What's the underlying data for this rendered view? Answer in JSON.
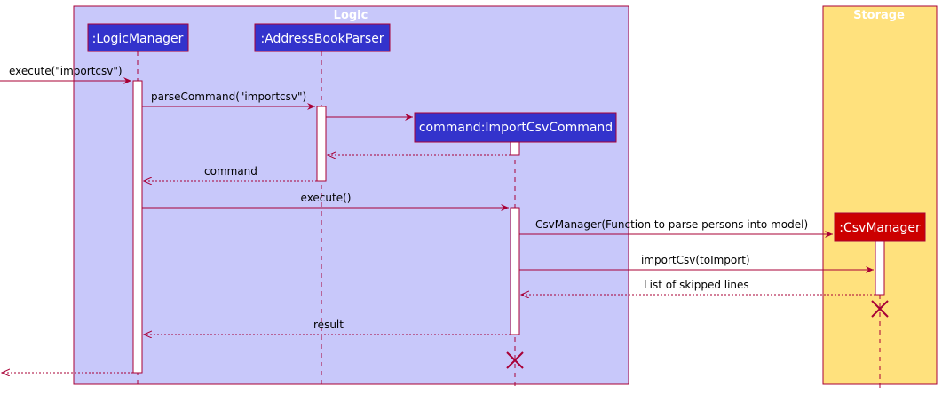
{
  "groups": {
    "logic": {
      "title": "Logic",
      "fill": "#C8C8FA",
      "title_color": "#FFFFFF"
    },
    "storage": {
      "title": "Storage",
      "fill": "#FFE17D",
      "title_color": "#FFFFFF"
    }
  },
  "participants": {
    "logic_manager": ":LogicManager",
    "parser": ":AddressBookParser",
    "command": "command:ImportCsvCommand",
    "csv_manager": ":CsvManager"
  },
  "messages": {
    "m1": "execute(\"importcsv\")",
    "m2": "parseCommand(\"importcsv\")",
    "m4": "command",
    "m5": "execute()",
    "m6": "CsvManager(Function to parse persons into model)",
    "m7": "importCsv(toImport)",
    "m8": "List of skipped lines",
    "m9": "result"
  },
  "colors": {
    "arrow": "#A80036",
    "participant_blue": "#3333CC",
    "participant_red": "#CC0000",
    "lifeline": "#A80036"
  }
}
